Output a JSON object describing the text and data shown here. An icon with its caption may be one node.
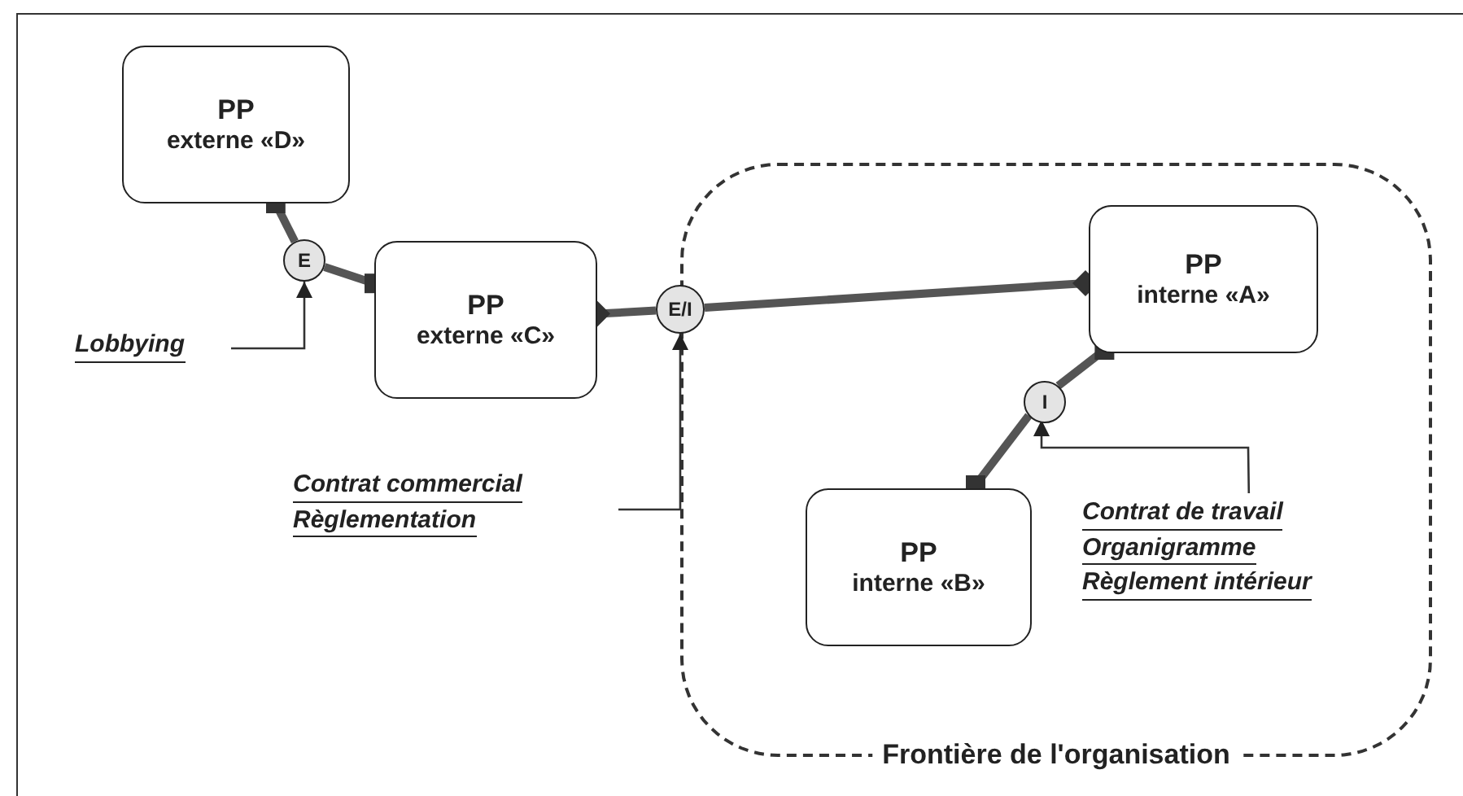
{
  "diagram": {
    "nodes": [
      {
        "text": [
          "Frontière de l'organisation"
        ]
      },
      {
        "text": [
          "PP",
          "externe «D»"
        ]
      },
      {
        "text": [
          "PP",
          "externe «C»"
        ]
      },
      {
        "text": [
          "PP",
          "interne «A»"
        ],
        "in": 0
      },
      {
        "text": [
          "PP",
          "interne «B»"
        ],
        "in": 0
      },
      {
        "text": [
          "E"
        ]
      },
      {
        "text": [
          "E/I"
        ]
      },
      {
        "text": [
          "I"
        ],
        "in": 0
      },
      {
        "text": [
          "Lobbying"
        ]
      },
      {
        "text": [
          "Contrat commercial",
          "Règlementation"
        ]
      },
      {
        "text": [
          "Contrat de travail",
          "Organigramme",
          "Règlement intérieur"
        ],
        "in": 0
      }
    ],
    "edges": [
      {
        "from": 1,
        "to": 5,
        "arrow": "other"
      },
      {
        "from": 5,
        "to": 2,
        "arrow": "other"
      },
      {
        "from": 2,
        "to": 6,
        "arrow": "other"
      },
      {
        "from": 6,
        "to": 3,
        "arrow": "other"
      },
      {
        "from": 3,
        "to": 7,
        "arrow": "other"
      },
      {
        "from": 7,
        "to": 4,
        "arrow": "other"
      },
      {
        "from": 8,
        "to": 5,
        "arrow": "to"
      },
      {
        "from": 9,
        "to": 6,
        "arrow": "to"
      },
      {
        "from": 10,
        "to": 7,
        "arrow": "to"
      }
    ]
  }
}
